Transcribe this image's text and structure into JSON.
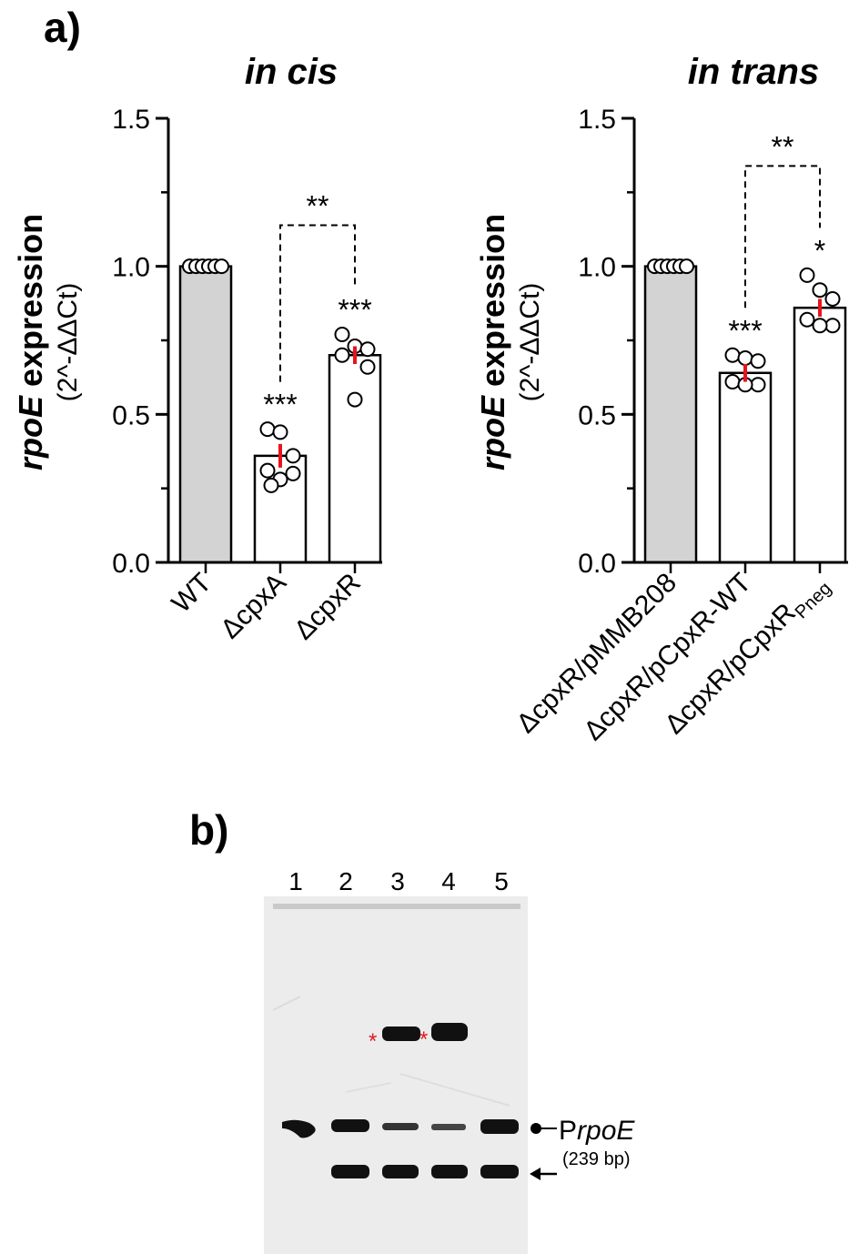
{
  "panel_labels": {
    "a": "a)",
    "b": "b)"
  },
  "chart_data": [
    {
      "type": "bar",
      "title": "in cis",
      "ylabel_italic": "rpoE",
      "ylabel_rest": " expression",
      "ylabel_sub": "(2^-ΔΔCt)",
      "ylim": [
        0,
        1.5
      ],
      "yticks": [
        "0.0",
        "0.5",
        "1.0",
        "1.5"
      ],
      "categories": [
        "WT",
        "ΔcpxA",
        "ΔcpxR"
      ],
      "values": [
        1.0,
        0.36,
        0.7
      ],
      "bar_colors": [
        "#d3d3d3",
        "#ffffff",
        "#ffffff"
      ],
      "sem": [
        0.0,
        0.04,
        0.03
      ],
      "points": [
        [
          1.0,
          1.0,
          1.0,
          1.0,
          1.0,
          1.0
        ],
        [
          0.45,
          0.44,
          0.36,
          0.31,
          0.3,
          0.28,
          0.26
        ],
        [
          0.77,
          0.73,
          0.72,
          0.7,
          0.66,
          0.55
        ]
      ],
      "significance": [
        "",
        "***",
        "***"
      ],
      "comparison": {
        "from": 1,
        "to": 2,
        "label": "**"
      }
    },
    {
      "type": "bar",
      "title": "in trans",
      "ylabel_italic": "rpoE",
      "ylabel_rest": " expression",
      "ylabel_sub": "(2^-ΔΔCt)",
      "ylim": [
        0,
        1.5
      ],
      "yticks": [
        "0.0",
        "0.5",
        "1.0",
        "1.5"
      ],
      "categories": [
        "ΔcpxR/pMMB208",
        "ΔcpxR/pCpxR-WT",
        "ΔcpxR/pCpxR"
      ],
      "category_subscripts": [
        "",
        "",
        "Pneg"
      ],
      "values": [
        1.0,
        0.64,
        0.86
      ],
      "bar_colors": [
        "#d3d3d3",
        "#ffffff",
        "#ffffff"
      ],
      "sem": [
        0.0,
        0.03,
        0.03
      ],
      "points": [
        [
          1.0,
          1.0,
          1.0,
          1.0,
          1.0,
          1.0
        ],
        [
          0.7,
          0.69,
          0.68,
          0.61,
          0.6,
          0.6
        ],
        [
          0.97,
          0.92,
          0.89,
          0.82,
          0.8,
          0.8
        ]
      ],
      "significance": [
        "",
        "***",
        "*"
      ],
      "comparison": {
        "from": 1,
        "to": 2,
        "label": "**"
      }
    }
  ],
  "gel": {
    "lanes": [
      "1",
      "2",
      "3",
      "4",
      "5"
    ],
    "shift_marker": "*",
    "probe_label_prefix": "P",
    "probe_label_italic": "rpoE",
    "probe_size": "(239 bp)"
  },
  "colors": {
    "error_bar": "#e8141c",
    "axis": "#000000"
  }
}
